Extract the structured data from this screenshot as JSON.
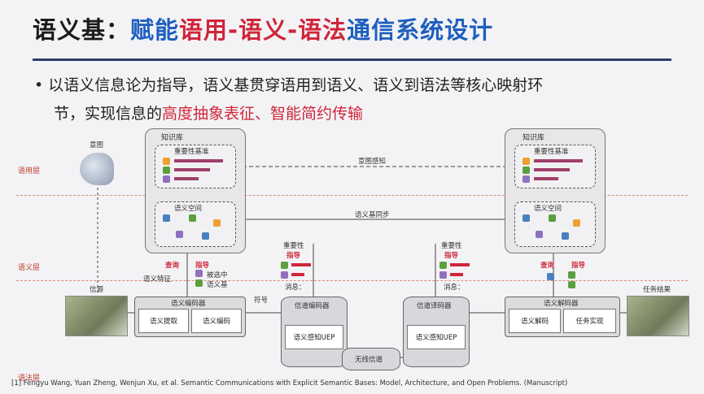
{
  "title": {
    "prefix": "语义基：",
    "part1": "赋能",
    "part2": "语用-语义-语法",
    "part3": "通信系统设计"
  },
  "bullet": {
    "line1": "• 以语义信息论为指导，语义基贯穿语用到语义、语义到语法等核心映射环",
    "line2a": "节，实现信息的",
    "line2b": "高度抽象表征、智能简约传输"
  },
  "layers": {
    "pragmatic": "语用层",
    "semantic": "语义层",
    "syntax": "语法层"
  },
  "left": {
    "intent": "意图",
    "kb": "知识库",
    "importance": "重要性基准",
    "space": "语义空间",
    "query": "查询",
    "guide": "指导",
    "feature": "语义特征",
    "selected1": "被选中",
    "selected2": "语义基",
    "source": "信源",
    "encoder": "语义编码器",
    "extract": "语义提取",
    "encode": "语义编码",
    "symbol": "符号"
  },
  "right": {
    "kb": "知识库",
    "importance": "重要性基准",
    "space": "语义空间",
    "query": "查询",
    "guide": "指导",
    "result": "任务结果",
    "decoder": "语义解码器",
    "decode": "语义解码",
    "task": "任务实现"
  },
  "middle": {
    "intent_sense": "意图感知",
    "sync": "语义基同步",
    "imp1": "重要性",
    "guide1": "指导",
    "msg1": "消息：",
    "imp2": "重要性",
    "guide2": "指导",
    "msg2": "消息：",
    "ch_enc": "信道编码器",
    "ch_enc_inner": "语义感知UEP",
    "ch_dec": "信道译码器",
    "ch_dec_inner": "语义感知UEP",
    "wireless": "无线信道"
  },
  "footnote": "[1] Fengyu Wang, Yuan Zheng, Wenjun Xu, et al. Semantic Communications with Explicit Semantic Bases: Model, Architecture, and Open Problems. (Manuscript)",
  "colors": {
    "title_blue": "#1f5fbf",
    "title_red": "#d0263a",
    "rule": "#2f3e6e",
    "band": "#e08a7a"
  }
}
